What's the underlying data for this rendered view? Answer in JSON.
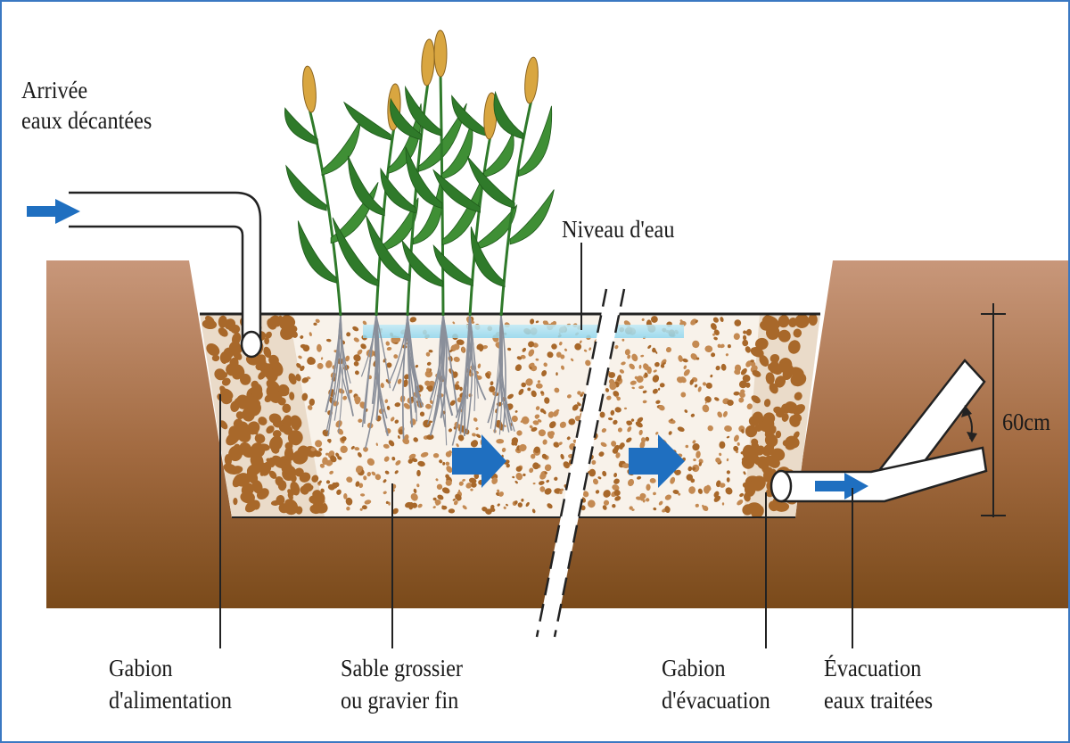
{
  "labels": {
    "inlet_line1": "Arrivée",
    "inlet_line2": "eaux décantées",
    "water_level": "Niveau d'eau",
    "depth": "60cm",
    "gabion_in_line1": "Gabion",
    "gabion_in_line2": "d'alimentation",
    "sand_line1": "Sable grossier",
    "sand_line2": "ou gravier fin",
    "gabion_out_line1": "Gabion",
    "gabion_out_line2": "d'évacuation",
    "outlet_line1": "Évacuation",
    "outlet_line2": "eaux traitées"
  },
  "colors": {
    "soil_light": "#c8977a",
    "soil_dark": "#7a4a1a",
    "gravel_coarse": "#a8682a",
    "gravel_fine": "#f8f2ea",
    "water": "#8fd6ee",
    "flow_arrow": "#1f6fc0",
    "reed_green": "#2f7a2a",
    "reed_head": "#d9a640",
    "frame_border": "#3a78c2"
  }
}
